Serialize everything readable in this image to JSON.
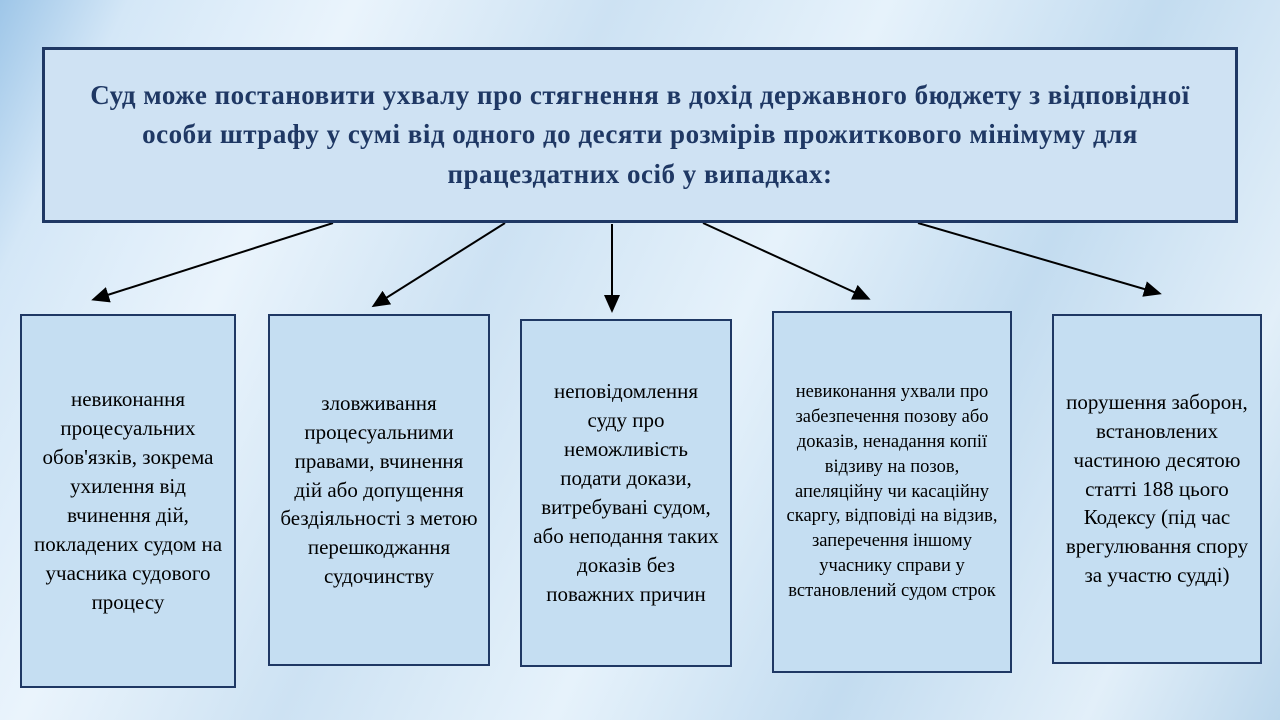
{
  "slide": {
    "title": "Суд може постановити ухвалу про стягнення в дохід державного бюджету з відповідної особи штрафу у сумі від одного до десяти розмірів прожиткового мінімуму для працездатних осіб у випадках:"
  },
  "boxes": [
    {
      "text": "невиконання процесуальних обов'язків, зокрема ухилення від вчинення дій, покладених судом на учасника судового процесу"
    },
    {
      "text": "зловживання процесуальними правами, вчинення дій або допущення бездіяльності з метою перешкоджання судочинству"
    },
    {
      "text": "неповідомлення суду про неможливість подати докази, витребувані судом, або неподання таких доказів без поважних причин"
    },
    {
      "text": "невиконання ухвали про забезпечення позову або доказів, ненадання копії відзиву на позов, апеляційну чи касаційну скаргу, відповіді на відзив, заперечення іншому учаснику справи у встановлений судом строк"
    },
    {
      "text": "порушення заборон, встановлених частиною десятою статті 188 цього Кодексу (під час врегулювання спору за участю судді)"
    }
  ],
  "colors": {
    "border": "#1f3864",
    "header_fill": "#cfe2f3",
    "box_fill": "#c5def2",
    "title_text": "#1f3864",
    "box_text": "#000000",
    "arrow": "#000000",
    "background_light": "#eaf4fc",
    "background_mid": "#c3dcf0"
  }
}
